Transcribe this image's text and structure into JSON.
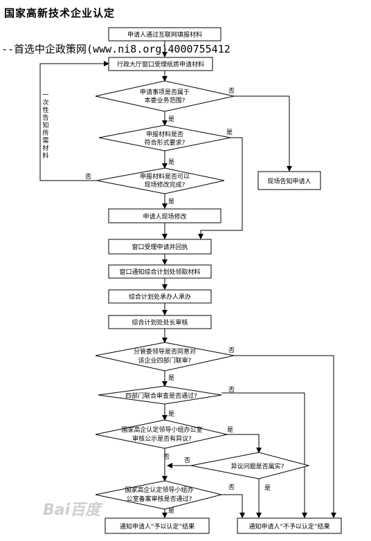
{
  "title": "国家高新技术企业认定",
  "subtitle": "--首选中企政策网(www.ni8.org)4000755412",
  "side_note": "一次性告知所需材料",
  "watermark": "Bai百度",
  "nodes": {
    "n1": "申请人通过互联网填报材料",
    "n2": "行政大厅窗口受理纸质申请材料",
    "d1a": "申请事项是否属于",
    "d1b": "本委业务范围?",
    "d2a": "申报材料是否",
    "d2b": "符合形式要求?",
    "d3a": "申报材料是否可以",
    "d3b": "现场修改完成?",
    "n3": "申请人现场修改",
    "n4": "现场告知申请人",
    "n5": "窗口受理申请并回执",
    "n6": "窗口通知综合计划处领取材料",
    "n7": "综合计划处承办人承办",
    "n8": "综合计划处处长审核",
    "d4a": "分管委领导是否同意对",
    "d4b": "该企业四部门联审?",
    "d5": "四部门联合审查是否通过?",
    "d6a": "国家高企认定领导小组办公室",
    "d6b": "审核公示是否有异议?",
    "d7": "异议问题是否属实?",
    "d8a": "国家高企认定领导小组办",
    "d8b": "公室备案审核是否通过?",
    "n9": "通知申请人“予以认定”结果",
    "n10": "通知申请人“不予以认定”结果"
  },
  "labels": {
    "yes": "是",
    "no": "否"
  }
}
